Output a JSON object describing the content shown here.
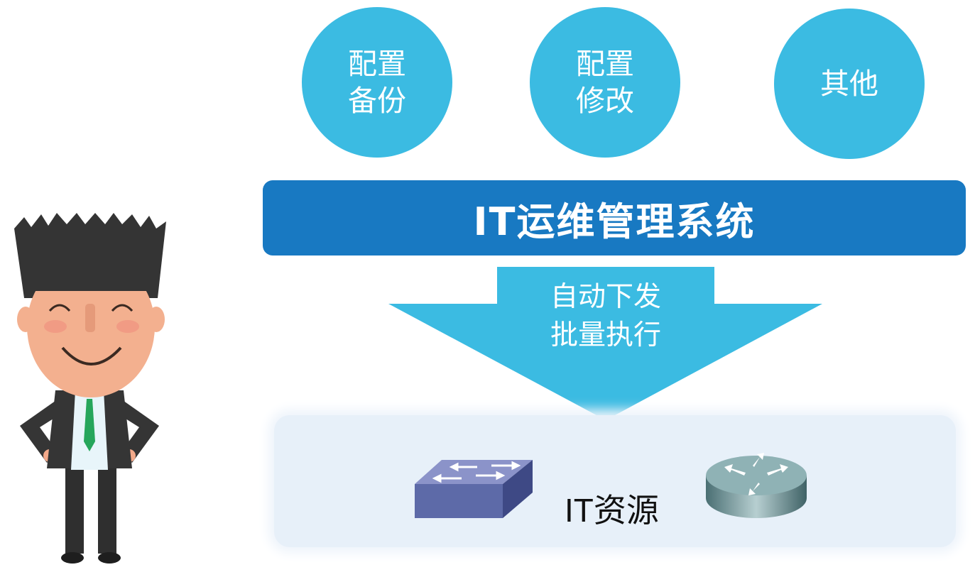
{
  "functions": [
    {
      "lines": [
        "配置",
        "备份"
      ]
    },
    {
      "lines": [
        "配置",
        "修改"
      ]
    },
    {
      "lines": [
        "其他"
      ]
    }
  ],
  "system": {
    "title": "IT运维管理系统"
  },
  "arrow": {
    "lines": [
      "自动下发",
      "批量执行"
    ]
  },
  "resources": {
    "label": "IT资源",
    "devices": [
      "switch-icon",
      "router-icon"
    ]
  },
  "colors": {
    "circle": "#3bbbe2",
    "system_bar": "#1879c2",
    "arrow": "#3bbbe2",
    "resource_panel": "#e7f0f9"
  }
}
